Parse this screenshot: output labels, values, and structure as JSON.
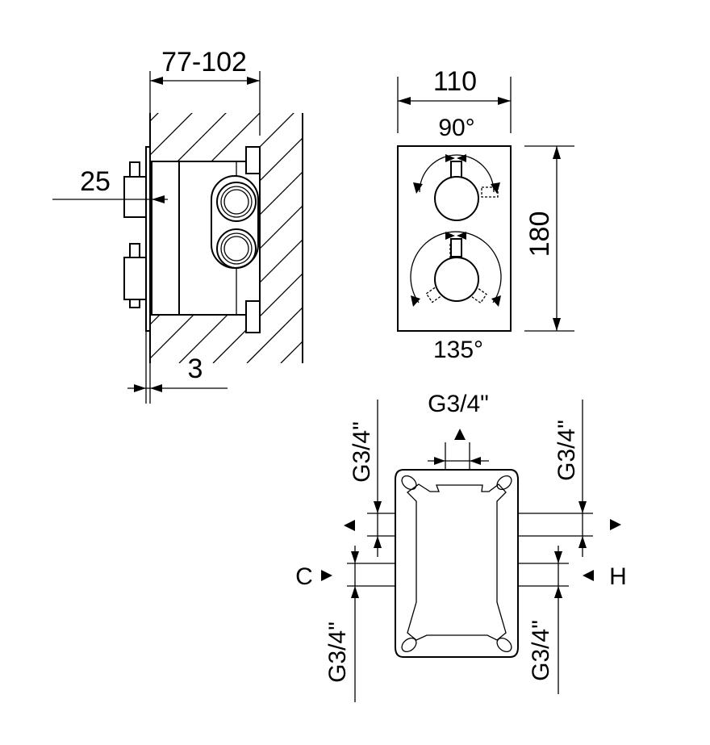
{
  "side_view": {
    "depth_label": "77-102",
    "knob_label": "25",
    "plate_label": "3"
  },
  "front_view": {
    "width_label": "110",
    "height_label": "180",
    "upper_angle_label": "90°",
    "lower_angle_label": "135°"
  },
  "connection_view": {
    "top_label": "G3/4\"",
    "left_upper_label": "G3/4\"",
    "right_upper_label": "G3/4\"",
    "left_lower_label": "G3/4\"",
    "right_lower_label": "G3/4\"",
    "cold_label": "C",
    "hot_label": "H"
  }
}
